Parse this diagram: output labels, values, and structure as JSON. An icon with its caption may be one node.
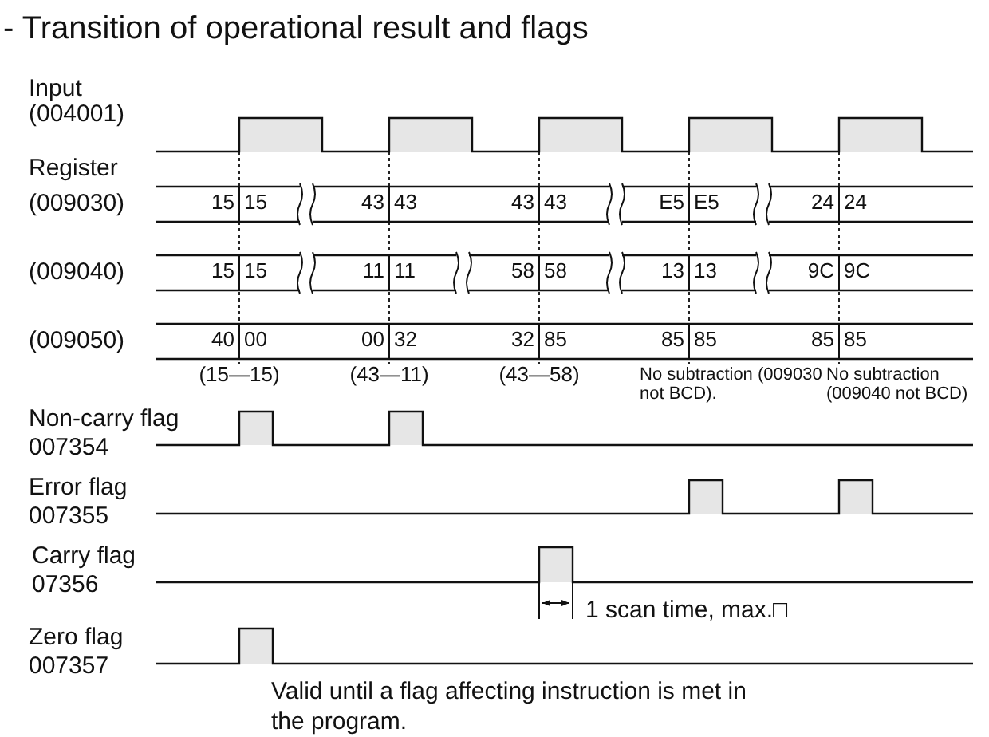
{
  "diagram": {
    "title": "- Transition of operational result and flags",
    "labels": [
      "Input",
      "(004001)",
      "Register",
      "(009030)",
      "15",
      "15",
      "43",
      "43",
      "43",
      "43",
      "E5",
      "E5",
      "24",
      "24",
      "(009040)",
      "15",
      "15",
      "11",
      "11",
      "58",
      "58",
      "13",
      "13",
      "9C",
      "9C",
      "(009050)",
      "40",
      "00",
      "00",
      "32",
      "32",
      "85",
      "85",
      "85",
      "85",
      "85",
      "(15—15)",
      "(43—11)",
      "(43—58)",
      "No subtraction (009030 not BCD).",
      "No subtraction (009040 not BCD)",
      "Non-carry flag",
      "007354",
      "Error flag",
      "007355",
      "Carry flag",
      "07356",
      "Zero flag",
      "007357",
      "1 scan time, max.□",
      "Valid until a flag affecting instruction is met in the program."
    ]
  }
}
